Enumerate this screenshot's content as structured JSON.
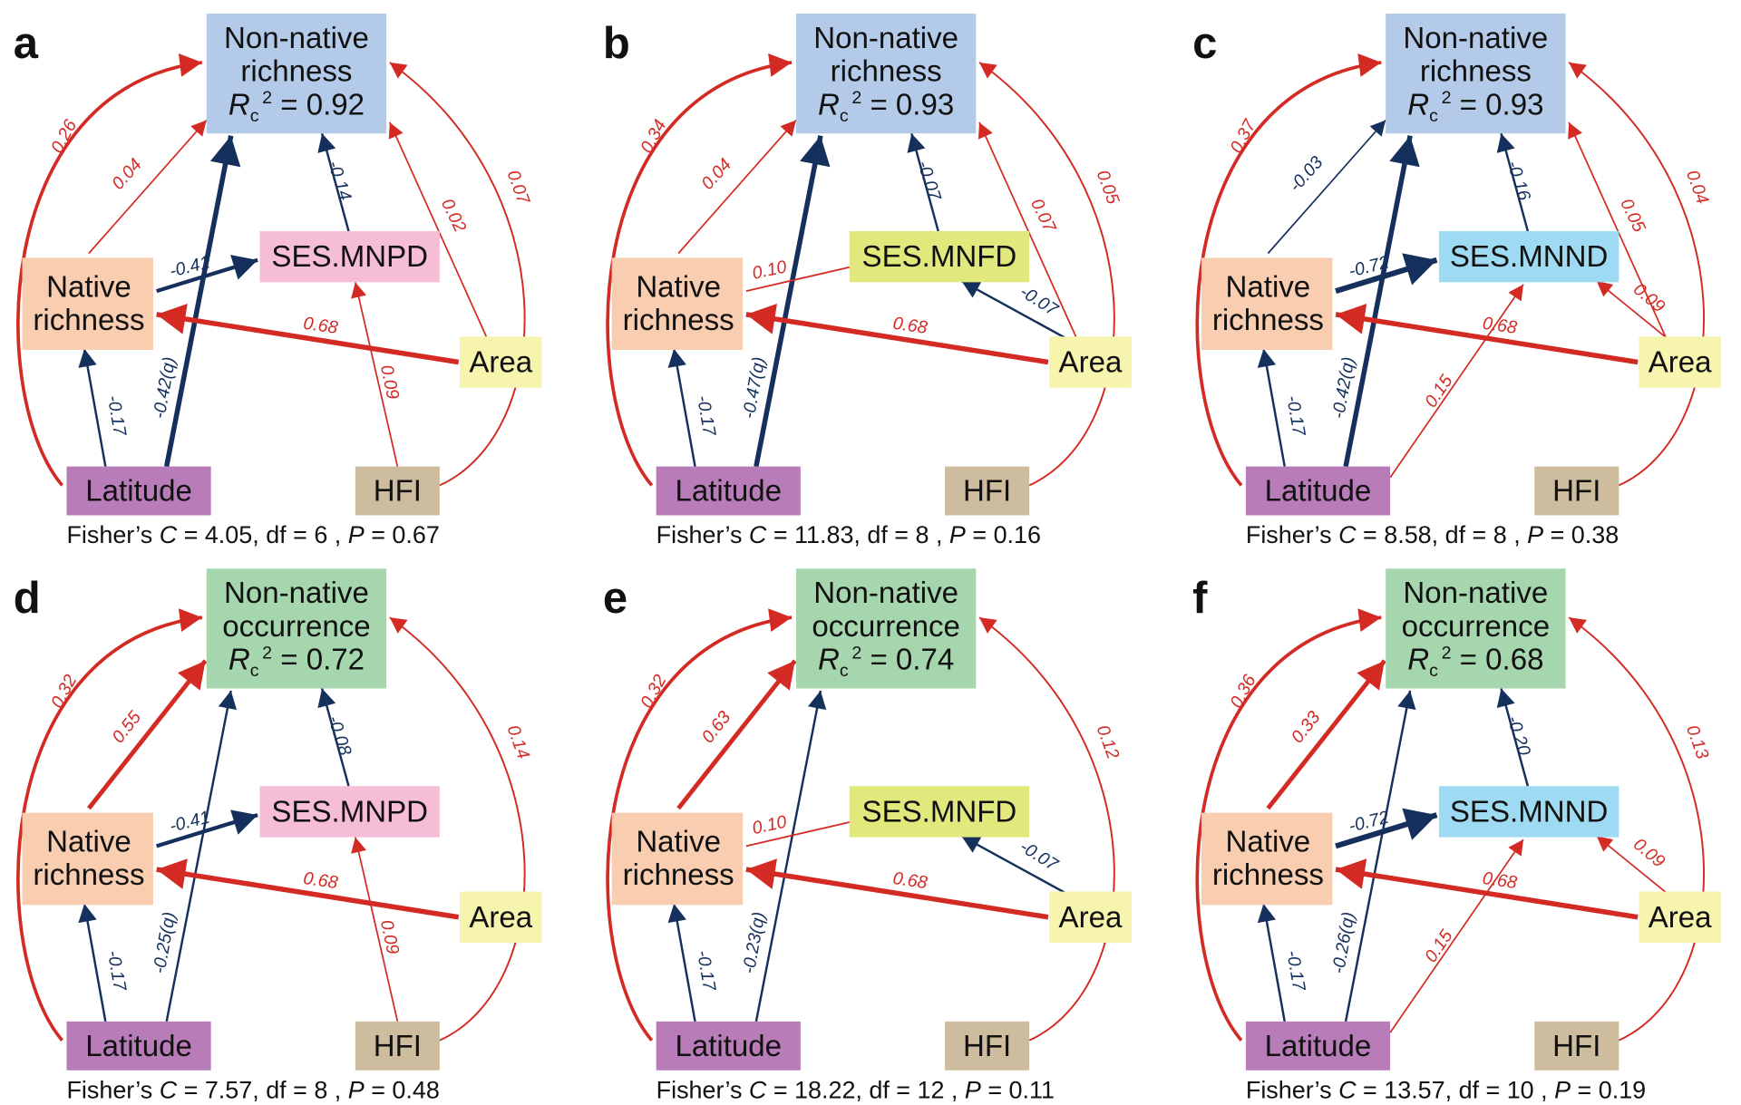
{
  "colors": {
    "positive": "#d42a24",
    "negative": "#15305c",
    "richness_box": "#b3cbe8",
    "occurrence_box": "#a5d6ad",
    "native_box": "#f8cdb0",
    "latitude_box": "#b87cb8",
    "hfi_box": "#cdbd9e",
    "area_box": "#f7f4ae",
    "mnpd_box": "#f6bdd7",
    "mnfd_box": "#e1e97d",
    "mnnd_box": "#9edbf2"
  },
  "panels": [
    {
      "label": "a",
      "response": {
        "line1": "Non-native",
        "line2": "richness",
        "r2_letter": "R",
        "r2_sub": "c",
        "r2_sup": "2",
        "r2_value": " = 0.92"
      },
      "native": {
        "line1": "Native",
        "line2": "richness"
      },
      "div": "SES.MNPD",
      "area": "Area",
      "latitude": "Latitude",
      "hfi": "HFI",
      "coef": {
        "lat_native": "-0.17",
        "native_div": "-0.41",
        "area_native": "0.68",
        "hfi_div": "0.09",
        "lat_resp": "-0.42(q)",
        "native_resp": "0.04",
        "lat_curve": "0.26",
        "div_resp": "-0.14",
        "area_resp": "0.02",
        "hfi_curve": "0.07"
      },
      "fisher": {
        "pre": "Fisher’s ",
        "C": "C",
        "mid": " = 4.05, df = 6 , ",
        "P": "P",
        "end": " = 0.67"
      }
    },
    {
      "label": "b",
      "response": {
        "line1": "Non-native",
        "line2": "richness",
        "r2_letter": "R",
        "r2_sub": "c",
        "r2_sup": "2",
        "r2_value": " = 0.93"
      },
      "native": {
        "line1": "Native",
        "line2": "richness"
      },
      "div": "SES.MNFD",
      "area": "Area",
      "latitude": "Latitude",
      "hfi": "HFI",
      "coef": {
        "lat_native": "-0.17",
        "native_div": "0.10",
        "area_native": "0.68",
        "area_div": "-0.07",
        "lat_resp": "-0.47(q)",
        "native_resp": "0.04",
        "lat_curve": "0.34",
        "div_resp": "-0.07",
        "area_resp": "0.07",
        "hfi_curve": "0.05"
      },
      "fisher": {
        "pre": "Fisher’s ",
        "C": "C",
        "mid": " = 11.83, df = 8 , ",
        "P": "P",
        "end": " = 0.16"
      }
    },
    {
      "label": "c",
      "response": {
        "line1": "Non-native",
        "line2": "richness",
        "r2_letter": "R",
        "r2_sub": "c",
        "r2_sup": "2",
        "r2_value": " = 0.93"
      },
      "native": {
        "line1": "Native",
        "line2": "richness"
      },
      "div": "SES.MNND",
      "area": "Area",
      "latitude": "Latitude",
      "hfi": "HFI",
      "coef": {
        "lat_native": "-0.17",
        "native_div": "-0.72",
        "area_native": "0.68",
        "area_div": "0.09",
        "lat_div": "0.15",
        "lat_resp": "-0.42(q)",
        "native_resp": "-0.03",
        "lat_curve": "0.37",
        "div_resp": "-0.16",
        "area_resp": "0.05",
        "hfi_curve": "0.04"
      },
      "fisher": {
        "pre": "Fisher’s ",
        "C": "C",
        "mid": " = 8.58, df = 8 , ",
        "P": "P",
        "end": " = 0.38"
      }
    },
    {
      "label": "d",
      "response": {
        "line1": "Non-native",
        "line2": "occurrence",
        "r2_letter": "R",
        "r2_sub": "c",
        "r2_sup": "2",
        "r2_value": " = 0.72"
      },
      "native": {
        "line1": "Native",
        "line2": "richness"
      },
      "div": "SES.MNPD",
      "area": "Area",
      "latitude": "Latitude",
      "hfi": "HFI",
      "coef": {
        "lat_native": "-0.17",
        "native_div": "-0.41",
        "area_native": "0.68",
        "hfi_div": "0.09",
        "lat_resp": "-0.25(q)",
        "native_resp": "0.55",
        "lat_curve": "0.32",
        "div_resp": "-0.08",
        "hfi_curve": "0.14"
      },
      "fisher": {
        "pre": "Fisher’s ",
        "C": "C",
        "mid": " = 7.57, df = 8 , ",
        "P": "P",
        "end": " = 0.48"
      }
    },
    {
      "label": "e",
      "response": {
        "line1": "Non-native",
        "line2": "occurrence",
        "r2_letter": "R",
        "r2_sub": "c",
        "r2_sup": "2",
        "r2_value": " = 0.74"
      },
      "native": {
        "line1": "Native",
        "line2": "richness"
      },
      "div": "SES.MNFD",
      "area": "Area",
      "latitude": "Latitude",
      "hfi": "HFI",
      "coef": {
        "lat_native": "-0.17",
        "native_div": "0.10",
        "area_native": "0.68",
        "area_div": "-0.07",
        "lat_resp": "-0.23(q)",
        "native_resp": "0.63",
        "lat_curve": "0.32",
        "hfi_curve": "0.12"
      },
      "fisher": {
        "pre": "Fisher’s ",
        "C": "C",
        "mid": " = 18.22, df = 12 , ",
        "P": "P",
        "end": " = 0.11"
      }
    },
    {
      "label": "f",
      "response": {
        "line1": "Non-native",
        "line2": "occurrence",
        "r2_letter": "R",
        "r2_sub": "c",
        "r2_sup": "2",
        "r2_value": " = 0.68"
      },
      "native": {
        "line1": "Native",
        "line2": "richness"
      },
      "div": "SES.MNND",
      "area": "Area",
      "latitude": "Latitude",
      "hfi": "HFI",
      "coef": {
        "lat_native": "-0.17",
        "native_div": "-0.72",
        "area_native": "0.68",
        "area_div": "0.09",
        "lat_div": "0.15",
        "lat_resp": "-0.26(q)",
        "native_resp": "0.33",
        "lat_curve": "0.36",
        "div_resp": "-0.20",
        "hfi_curve": "0.13"
      },
      "fisher": {
        "pre": "Fisher’s ",
        "C": "C",
        "mid": " = 13.57, df = 10 , ",
        "P": "P",
        "end": " = 0.19"
      }
    }
  ]
}
